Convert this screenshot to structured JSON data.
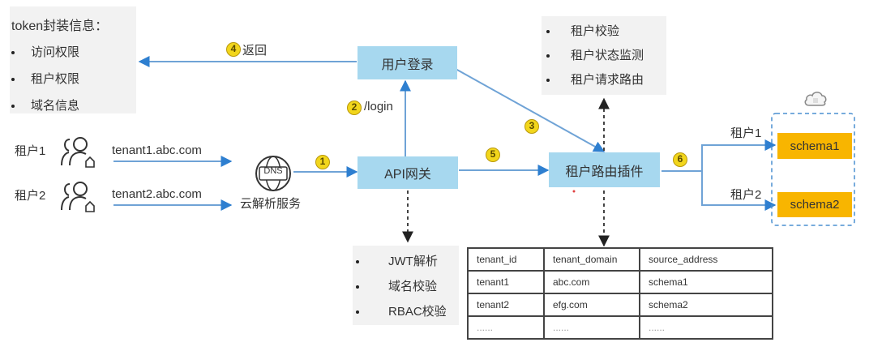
{
  "token_info": {
    "title": "token封装信息：",
    "items": [
      "访问权限",
      "租户权限",
      "域名信息"
    ]
  },
  "return_label": {
    "step": "4",
    "text": "返回"
  },
  "login_label": {
    "step": "2",
    "text": "/login"
  },
  "nodes": {
    "user_login": "用户登录",
    "api_gateway": "API网关",
    "tenant_router": "租户路由插件",
    "dns_service": "云解析服务",
    "dns_icon_text": "DNS"
  },
  "router_features": [
    "租户校验",
    "租户状态监测",
    "租户请求路由"
  ],
  "gateway_features": [
    "JWT解析",
    "域名校验",
    "RBAC校验"
  ],
  "tenants": [
    {
      "label": "租户1",
      "domain": "tenant1.abc.com"
    },
    {
      "label": "租户2",
      "domain": "tenant2.abc.com"
    }
  ],
  "steps": {
    "s1": "1",
    "s3": "3",
    "s5": "5",
    "s6": "6"
  },
  "tenant_env": {
    "title": "租户环境",
    "routes": [
      {
        "label": "租户1",
        "schema": "schema1"
      },
      {
        "label": "租户2",
        "schema": "schema2"
      }
    ]
  },
  "table": {
    "headers": [
      "tenant_id",
      "tenant_domain",
      "source_address"
    ],
    "rows": [
      [
        "tenant1",
        "abc.com",
        "schema1"
      ],
      [
        "tenant2",
        "efg.com",
        "schema2"
      ],
      [
        "......",
        "......",
        "......"
      ]
    ]
  },
  "colors": {
    "node_fill": "#a7d8ef",
    "arrow": "#4a8fd0",
    "schema_fill": "#f8b500",
    "badge_fill": "#f2d61c",
    "panel_fill": "#f2f2f2"
  }
}
